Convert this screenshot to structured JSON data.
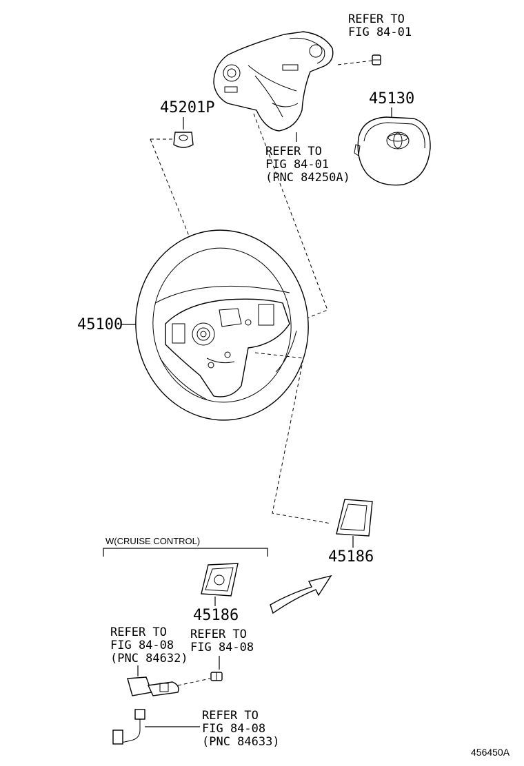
{
  "parts": {
    "p45201p": "45201P",
    "p45130": "45130",
    "p45100": "45100",
    "p45186_main": "45186",
    "p45186_cruise": "45186"
  },
  "refs": {
    "top_right": [
      "REFER TO",
      "FIG 84-01"
    ],
    "switch_cover": [
      "REFER TO",
      "FIG 84-01",
      "(PNC 84250A)"
    ],
    "cruise_left": [
      "REFER TO",
      "FIG 84-08",
      "(PNC 84632)"
    ],
    "cruise_right": [
      "REFER TO",
      "FIG 84-08"
    ],
    "cable": [
      "REFER TO",
      "FIG 84-08",
      "(PNC 84633)"
    ]
  },
  "group_label": "W(CRUISE CONTROL)",
  "diagram_code": "456450A"
}
